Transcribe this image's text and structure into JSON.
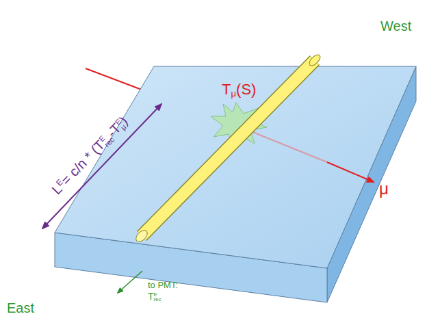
{
  "diagram": {
    "labels": [
      "West",
      "East",
      "to PMT:",
      "T",
      "E",
      "rec",
      "T",
      "μ",
      "(S)",
      "μ",
      "L",
      "E",
      "= c/n * (T",
      "E",
      "rec",
      "-T",
      "E",
      "μ",
      ")"
    ]
  }
}
